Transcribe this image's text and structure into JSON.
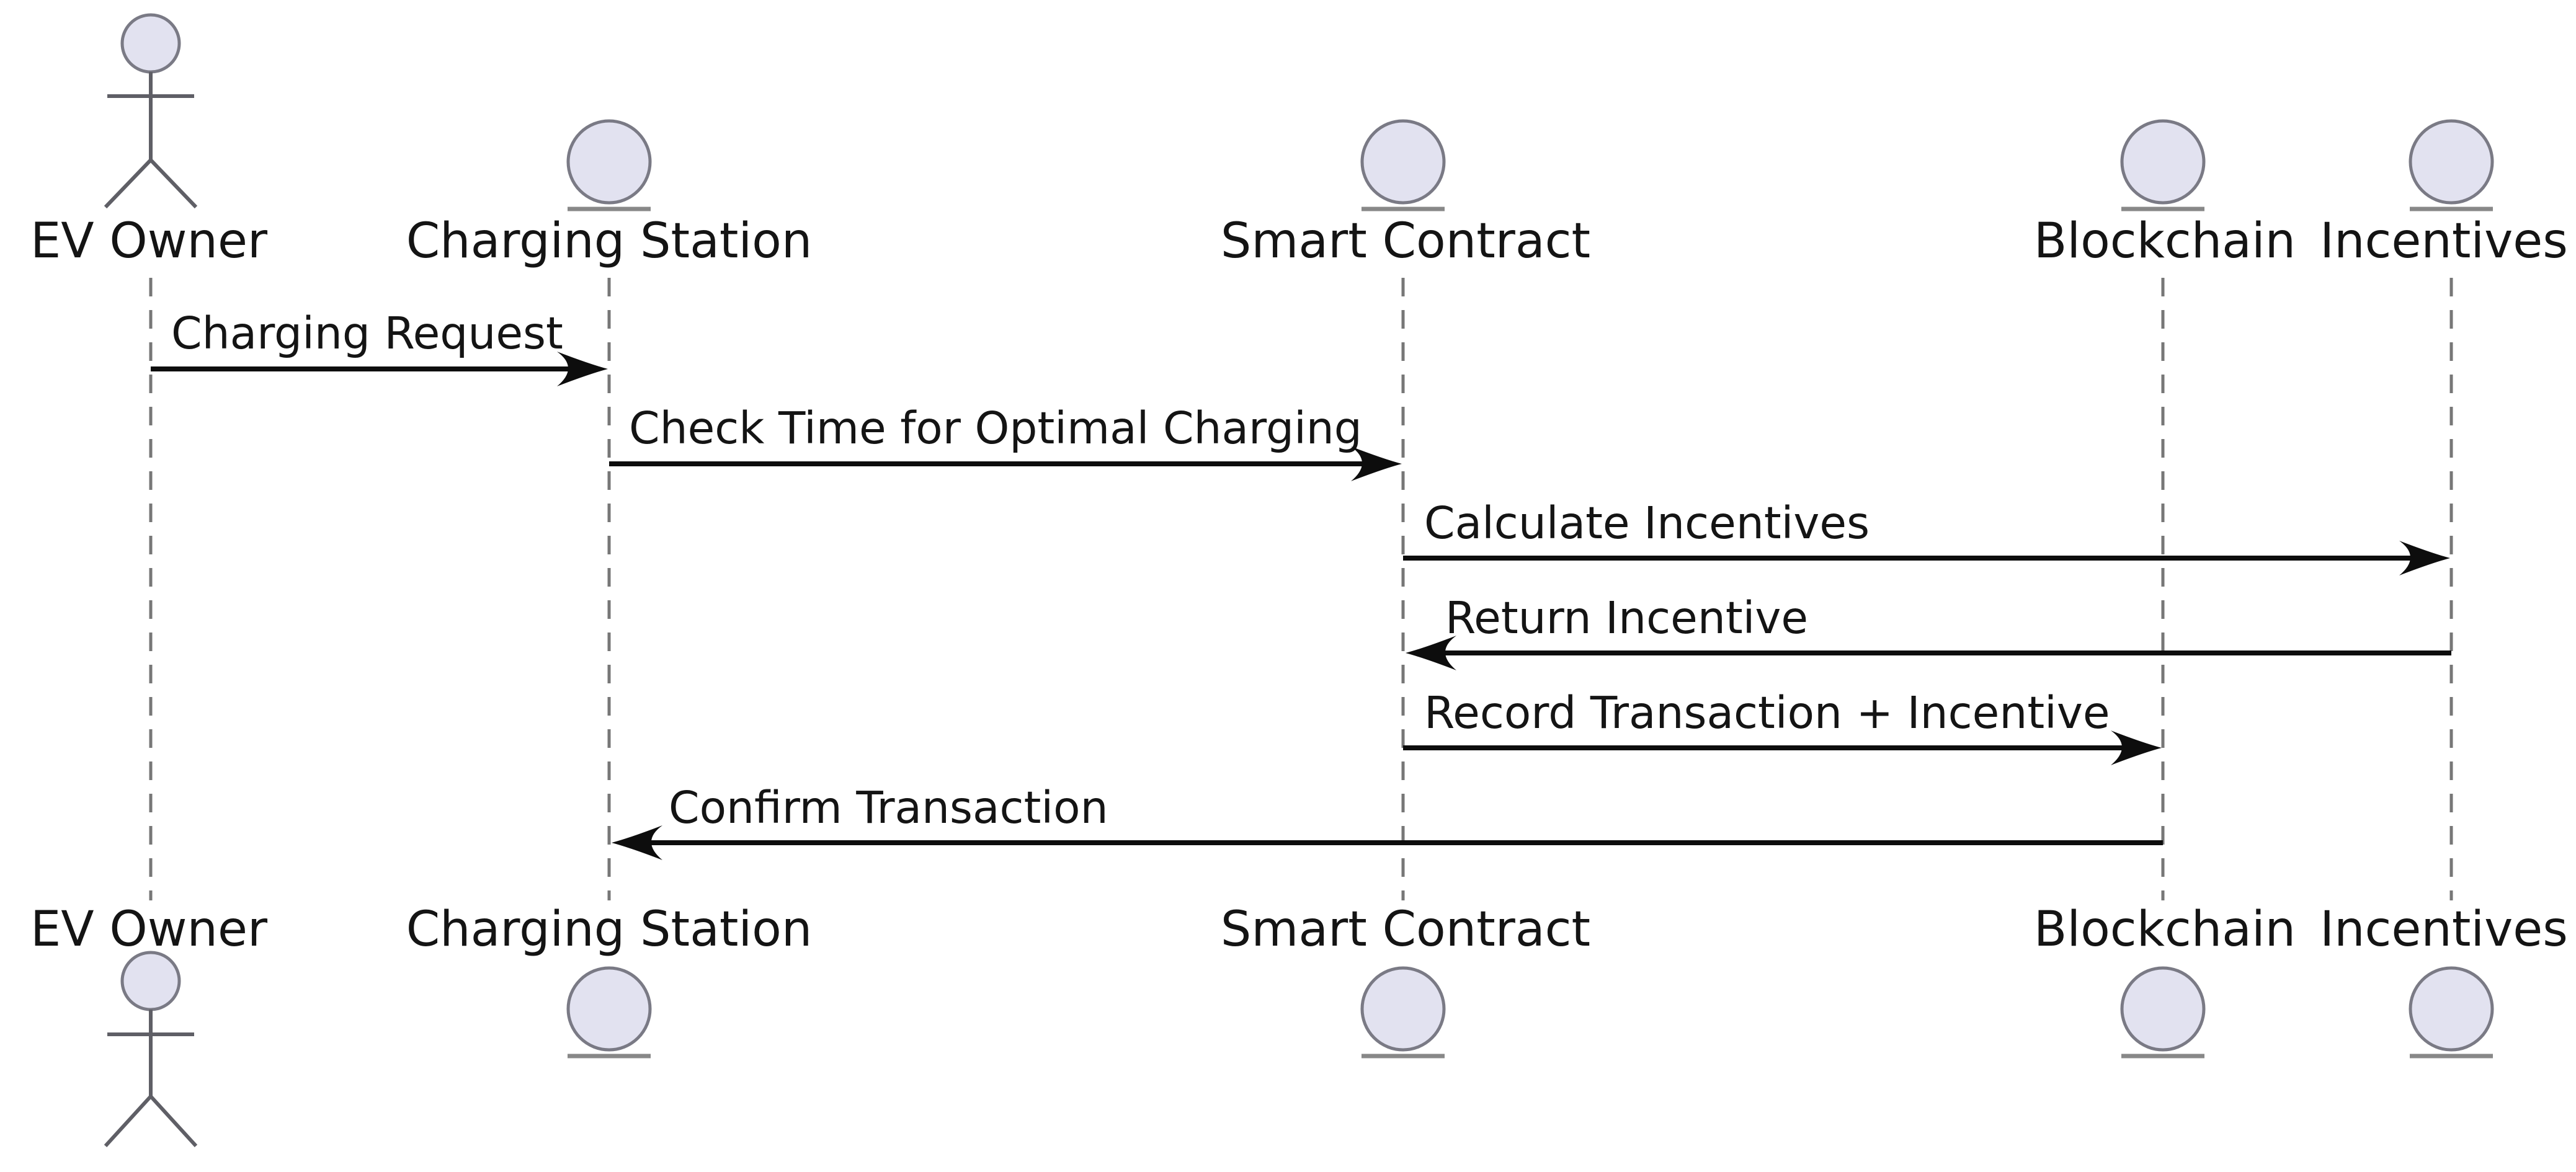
{
  "diagram": {
    "type": "uml-sequence-diagram",
    "background_color": "#ffffff",
    "participant_fill_color": "#E2E2F0",
    "participant_border_color": "#7a7a85",
    "lifeline_color": "#777777",
    "arrow_color": "#0d0d0d",
    "text_color": "#141414"
  },
  "participants": [
    {
      "id": "ev-owner",
      "name": "EV Owner",
      "kind": "actor"
    },
    {
      "id": "charging-station",
      "name": "Charging Station",
      "kind": "entity"
    },
    {
      "id": "smart-contract",
      "name": "Smart Contract",
      "kind": "entity"
    },
    {
      "id": "blockchain",
      "name": "Blockchain",
      "kind": "entity"
    },
    {
      "id": "incentives",
      "name": "Incentives",
      "kind": "entity"
    }
  ],
  "messages": [
    {
      "from": "EV Owner",
      "to": "Charging Station",
      "label": "Charging Request",
      "direction": "right"
    },
    {
      "from": "Charging Station",
      "to": "Smart Contract",
      "label": "Check Time for Optimal Charging",
      "direction": "right"
    },
    {
      "from": "Smart Contract",
      "to": "Incentives",
      "label": "Calculate Incentives",
      "direction": "right"
    },
    {
      "from": "Incentives",
      "to": "Smart Contract",
      "label": "Return Incentive",
      "direction": "left"
    },
    {
      "from": "Smart Contract",
      "to": "Blockchain",
      "label": "Record Transaction + Incentive",
      "direction": "right"
    },
    {
      "from": "Blockchain",
      "to": "Charging Station",
      "label": "Confirm Transaction",
      "direction": "left"
    }
  ]
}
